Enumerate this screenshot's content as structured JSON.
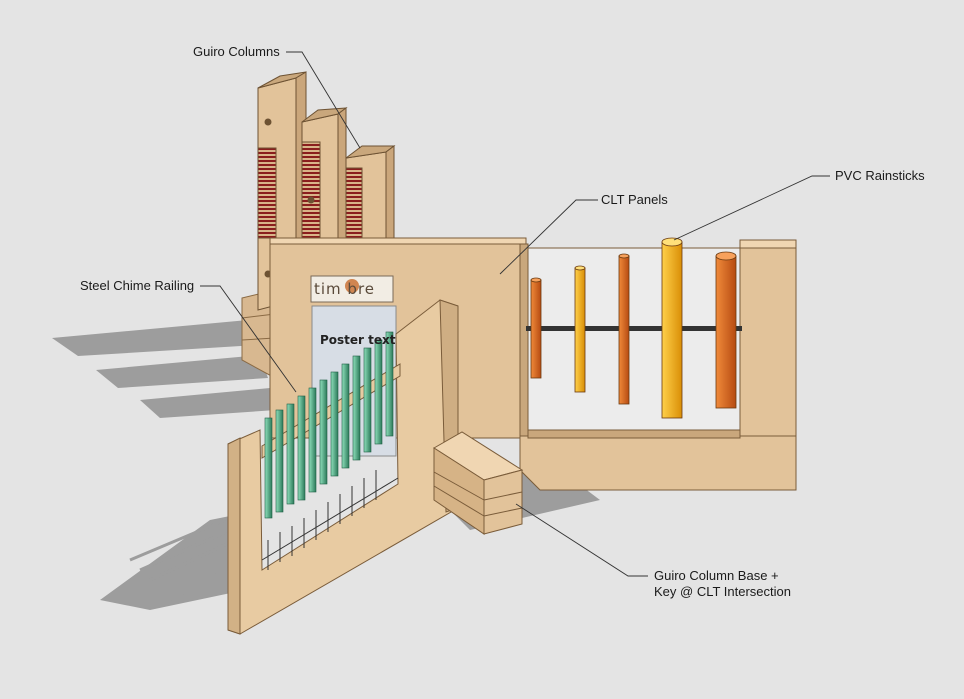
{
  "labels": {
    "guiro_columns": "Guiro Columns",
    "clt_panels": "CLT Panels",
    "pvc_rainsticks": "PVC Rainsticks",
    "steel_chime_railing": "Steel Chime Railing",
    "guiro_base_line1": "Guiro Column Base +",
    "guiro_base_line2": "Key @ CLT Intersection"
  },
  "signage": {
    "logo_text": "tim bre",
    "poster_text": "Poster text"
  },
  "colors": {
    "background": "#e4e4e4",
    "clt_wood": "#e2c39a",
    "clt_wood_light": "#f0d6b2",
    "clt_wood_shadow": "#c9a77c",
    "shadow": "#9a9a9a",
    "guiro_stripes": "#8a1e1e",
    "rainstick_orange": "#d8661f",
    "rainstick_yellow": "#f0a81c",
    "chime_green": "#4fa985",
    "chime_green_dark": "#2c7a5a",
    "rail_bar": "#333333"
  }
}
